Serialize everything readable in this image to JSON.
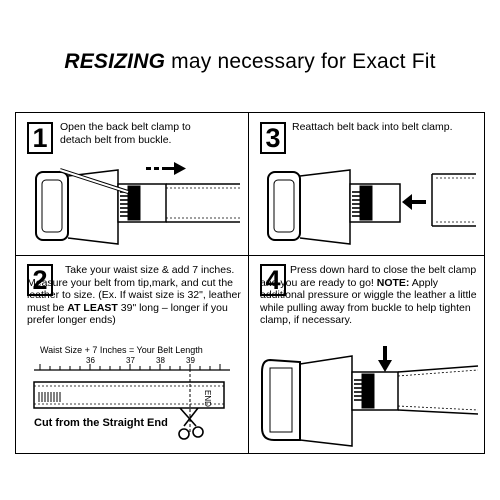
{
  "headline": {
    "emphasis": "RESIZING",
    "rest": " may necessary for Exact Fit"
  },
  "steps": [
    {
      "number": "1",
      "text": "Open the back belt clamp to detach belt from buckle."
    },
    {
      "number": "3",
      "text": "Reattach belt back into belt clamp."
    },
    {
      "number": "2",
      "text_pre": "Take your waist size & add 7 inches.  Measure your belt from tip,mark, and cut the leather to size. (Ex. If waist size is 32\", leather must be ",
      "text_bold": "AT LEAST",
      "text_post": " 39\" long – longer if you prefer longer ends)"
    },
    {
      "number": "4",
      "text_pre": "Press down hard to close the belt clamp and you are ready to go! ",
      "text_bold": "NOTE:",
      "text_post": " Apply additional pressure or wiggle the leather a little while pulling away from buckle to help tighten clamp, if necessary."
    }
  ],
  "ruler": {
    "formula": "Waist Size + 7 Inches = Your Belt Length",
    "ticks": [
      "36",
      "37",
      "38",
      "39"
    ],
    "end_label": "END"
  },
  "cut_label": "Cut from the Straight End"
}
